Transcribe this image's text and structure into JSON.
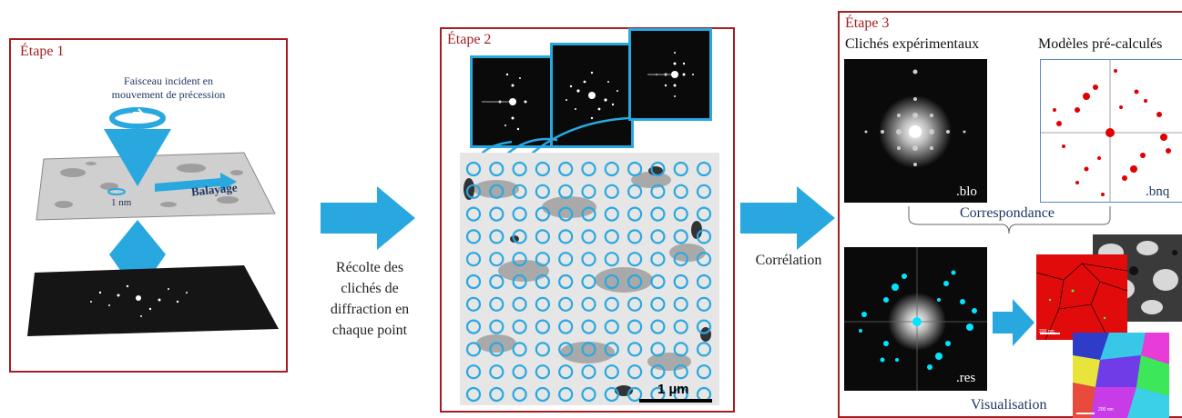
{
  "step1": {
    "title": "Étape 1",
    "beam_label_line1": "Faisceau incident en",
    "beam_label_line2": "mouvement de précession",
    "scan_label": "Balayage",
    "scale_label": "1 nm"
  },
  "arrow1": {
    "caption_lines": [
      "Récolte des",
      "clichés de",
      "diffraction en",
      "chaque point"
    ]
  },
  "step2": {
    "title": "Étape 2",
    "scale_bar_label": "1 µm"
  },
  "arrow2": {
    "caption": "Corrélation"
  },
  "step3": {
    "title": "Étape 3",
    "experimental_label": "Clichés expérimentaux",
    "model_label": "Modèles pré-calculés",
    "blo_tag": ".blo",
    "bnq_tag": ".bnq",
    "res_tag": ".res",
    "match_label": "Correspondance",
    "visual_label": "Visualisation",
    "map_scale_1": "200 nm",
    "map_scale_2": "200 nm"
  },
  "colors": {
    "frame_red": "#a41e22",
    "accent_cyan": "#29a8e0",
    "text_navy": "#1f3864",
    "spot_red": "#e00000",
    "spot_cyan": "#00e5ff"
  }
}
